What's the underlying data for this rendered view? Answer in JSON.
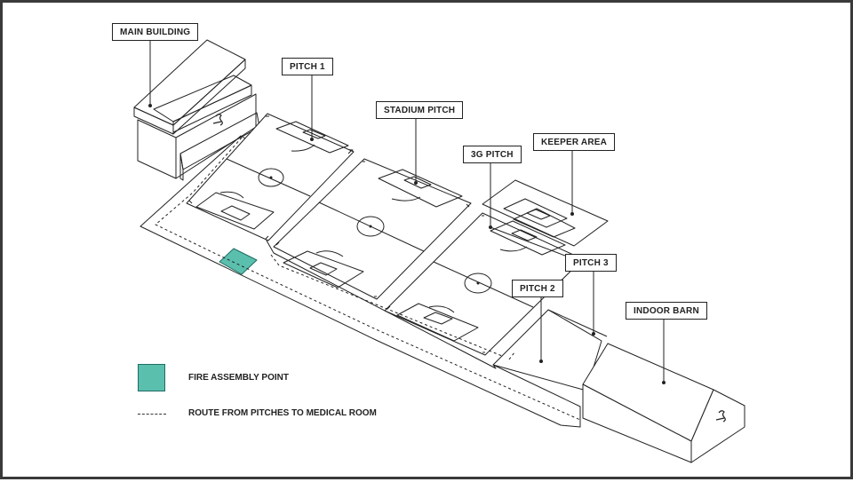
{
  "colors": {
    "fire_assembly": "#5bbfae",
    "line": "#222222",
    "background": "#ffffff"
  },
  "labels": {
    "main_building": "MAIN BUILDING",
    "pitch_1": "PITCH 1",
    "stadium_pitch": "STADIUM PITCH",
    "g3_pitch": "3G PITCH",
    "keeper_area": "KEEPER AREA",
    "pitch_3": "PITCH 3",
    "pitch_2": "PITCH 2",
    "indoor_barn": "INDOOR BARN"
  },
  "legend": {
    "fire_assembly": "FIRE ASSEMBLY POINT",
    "route": "ROUTE FROM PITCHES TO MEDICAL ROOM"
  },
  "icons": {
    "building_logo": "swan-logo-icon"
  }
}
